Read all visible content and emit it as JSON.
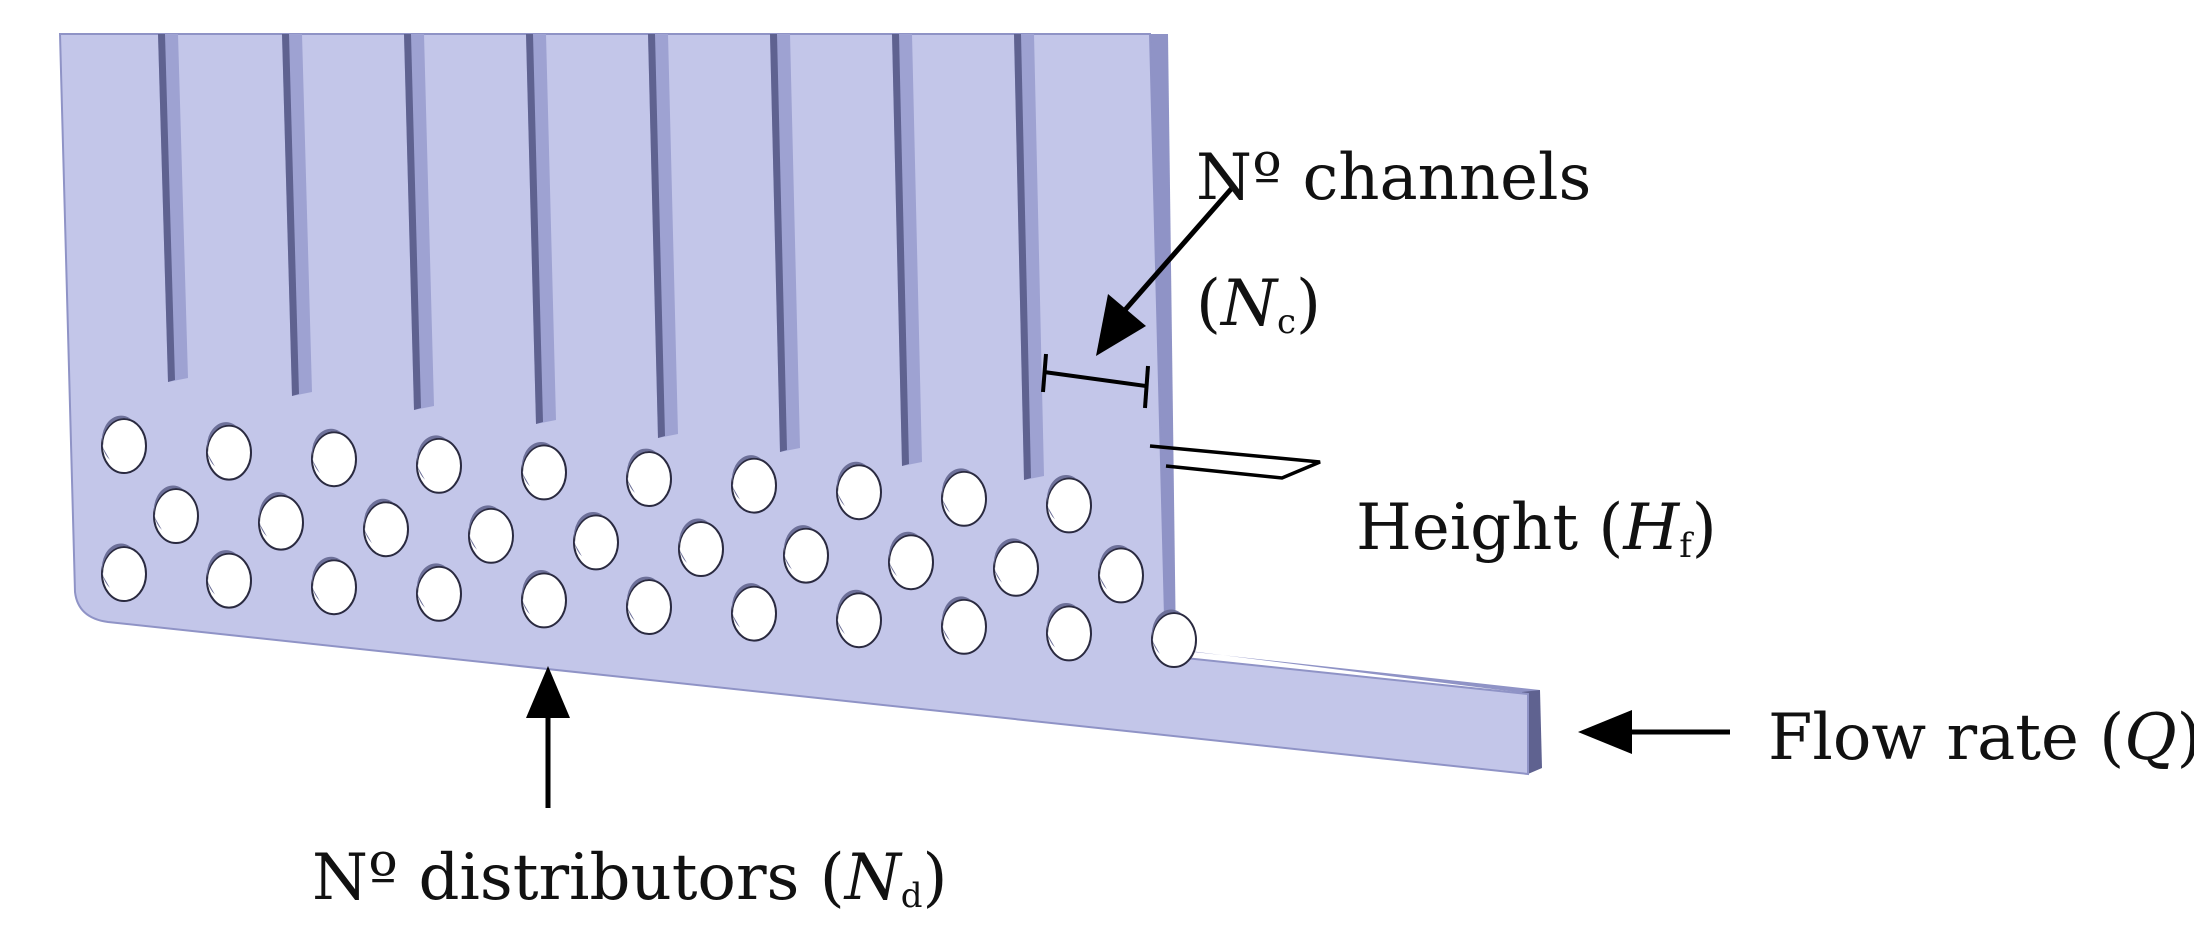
{
  "colors": {
    "plate_face": "#c3c6e9",
    "plate_face_light": "#cdd0ef",
    "plate_edge": "#8f93c6",
    "slot_dark": "#5f6290",
    "slot_light": "#9ea2d2",
    "hole_shade": "#6d7099",
    "outline": "#2a2a40",
    "arrow": "#000000"
  },
  "labels": {
    "channels": {
      "prefix": "Nº channels",
      "open": "(",
      "symbol": "N",
      "subscript": "c",
      "close": ")"
    },
    "height": {
      "prefix": "Height (",
      "symbol": "H",
      "subscript": "f",
      "close": ")"
    },
    "flow": {
      "prefix": "Flow rate (",
      "symbol": "Q",
      "close": ")"
    },
    "distributors": {
      "prefix": "Nº distributors (",
      "symbol": "N",
      "subscript": "d",
      "close": ")"
    }
  },
  "figure": {
    "channel_count": 9,
    "distributor_hole_count": 32
  }
}
